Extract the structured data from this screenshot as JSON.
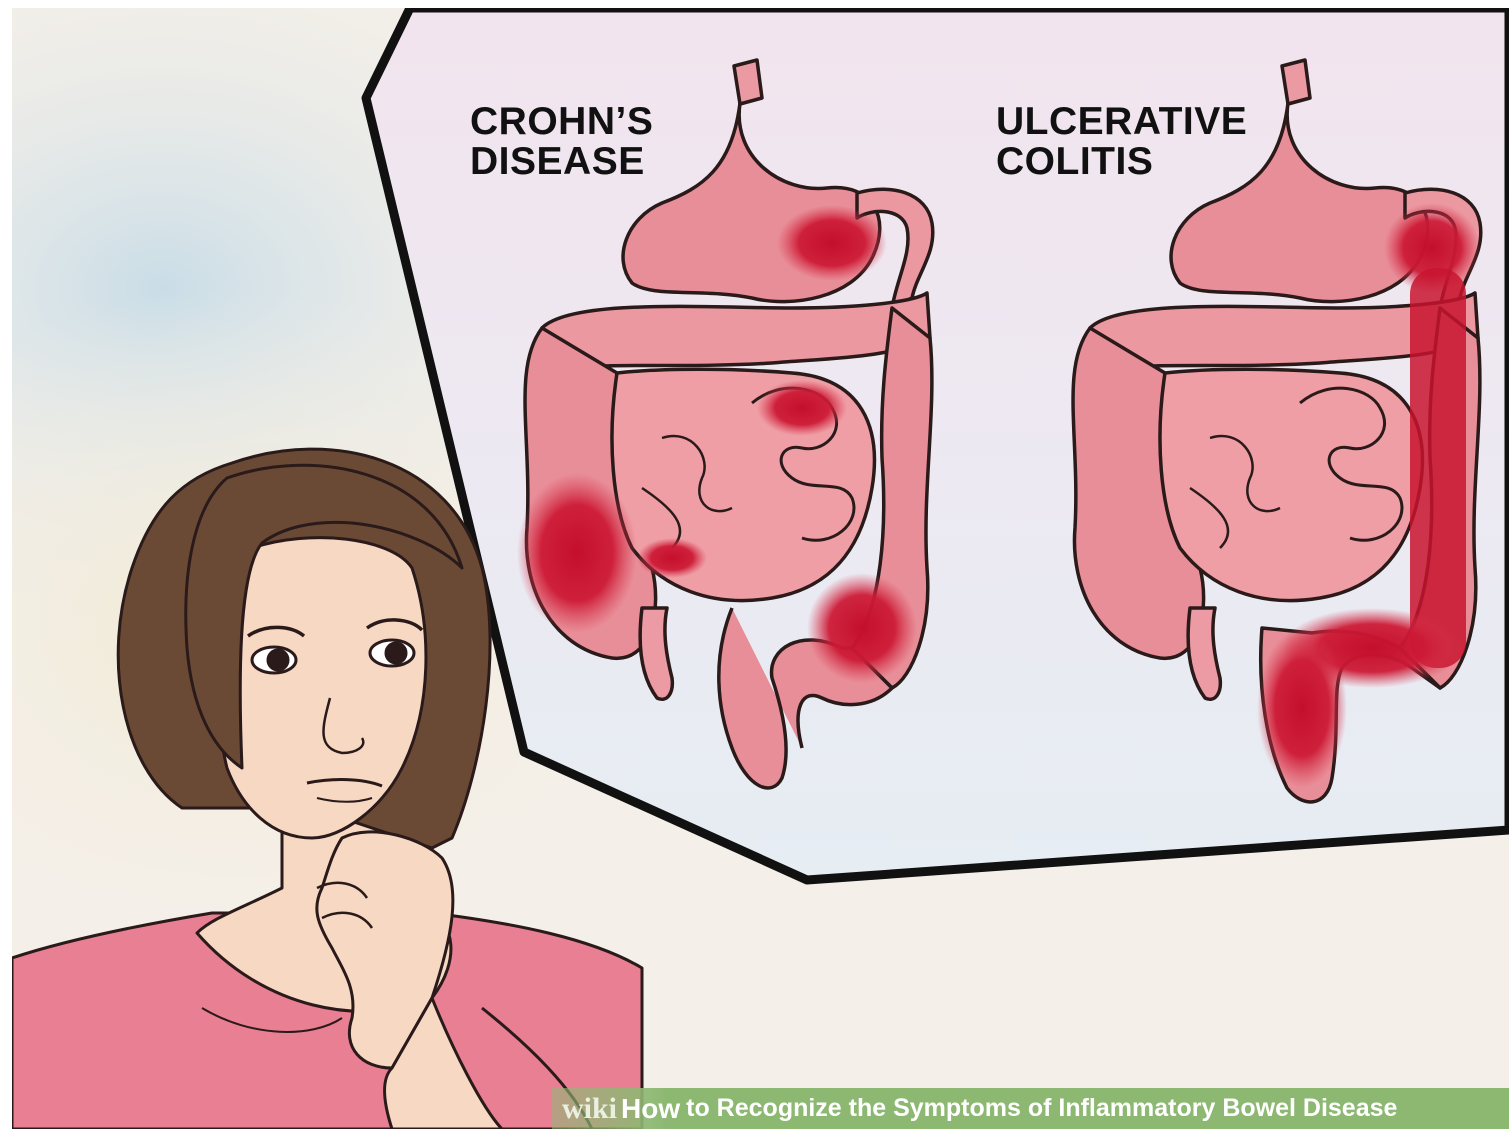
{
  "labels": {
    "crohns": "CROHN’S\nDISEASE",
    "ulcerative_colitis": "ULCERATIVE\nCOLITIS"
  },
  "caption": {
    "brand": "wiki",
    "how": "How",
    "text": "to Recognize the Symptoms of Inflammatory Bowel Disease"
  },
  "icons": [
    "woman-thinking-figure",
    "crohns-digestive-tract",
    "ulcerative-colitis-digestive-tract",
    "speech-bubble"
  ],
  "colors": {
    "intestine_pink": "#e88e98",
    "inflammation_red": "#c8102e",
    "hair_brown": "#6b4a35",
    "shirt_pink": "#e87f92",
    "skin": "#f6d8c3",
    "caption_green": "#8db872"
  }
}
